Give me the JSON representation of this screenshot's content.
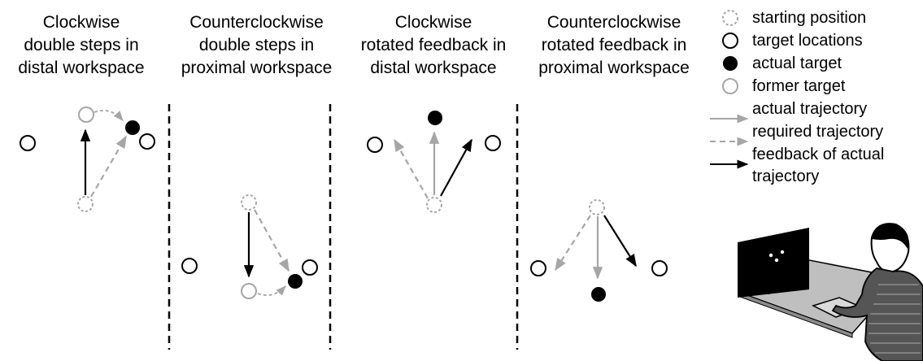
{
  "panels": [
    {
      "title": [
        "Clockwise",
        "double steps in",
        "distal workspace"
      ]
    },
    {
      "title": [
        "Counterclockwise",
        "double steps in",
        "proximal workspace"
      ]
    },
    {
      "title": [
        "Clockwise",
        "rotated feedback in",
        "distal workspace"
      ]
    },
    {
      "title": [
        "Counterclockwise",
        "rotated feedback in",
        "proximal workspace"
      ]
    }
  ],
  "legend": [
    {
      "label": "starting position",
      "symbol": "gray-dashed-circle"
    },
    {
      "label": "target locations",
      "symbol": "black-open-circle"
    },
    {
      "label": "actual target",
      "symbol": "black-filled-circle"
    },
    {
      "label": "former target",
      "symbol": "gray-open-circle"
    },
    {
      "label": "actual trajectory",
      "symbol": "gray-solid-arrow"
    },
    {
      "label": "required trajectory",
      "symbol": "gray-dashed-arrow"
    },
    {
      "label": "feedback of actual",
      "symbol": "black-solid-arrow"
    },
    {
      "label": "trajectory",
      "symbol": "none"
    }
  ],
  "colors": {
    "gray": "#a6a6a6",
    "black": "#000000",
    "table": "#bfbfbf"
  },
  "illustration": {
    "subject": "person-seated-at-monitor-with-digitizer-tablet-icon"
  }
}
